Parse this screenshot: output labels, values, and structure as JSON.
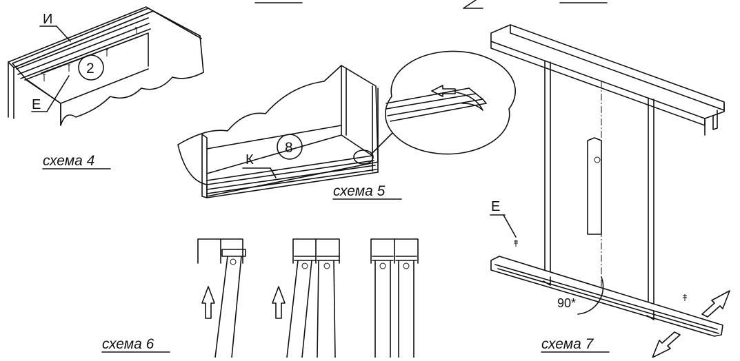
{
  "schemes": [
    {
      "id": "4",
      "caption": "схема 4",
      "labels": [
        "И",
        "Е"
      ],
      "callout": "2"
    },
    {
      "id": "5",
      "caption": "схема 5",
      "labels": [
        "К"
      ],
      "callout": "8"
    },
    {
      "id": "6",
      "caption": "схема 6"
    },
    {
      "id": "7",
      "caption": "схема 7",
      "labels": [
        "Е"
      ],
      "angle": "90*"
    }
  ]
}
